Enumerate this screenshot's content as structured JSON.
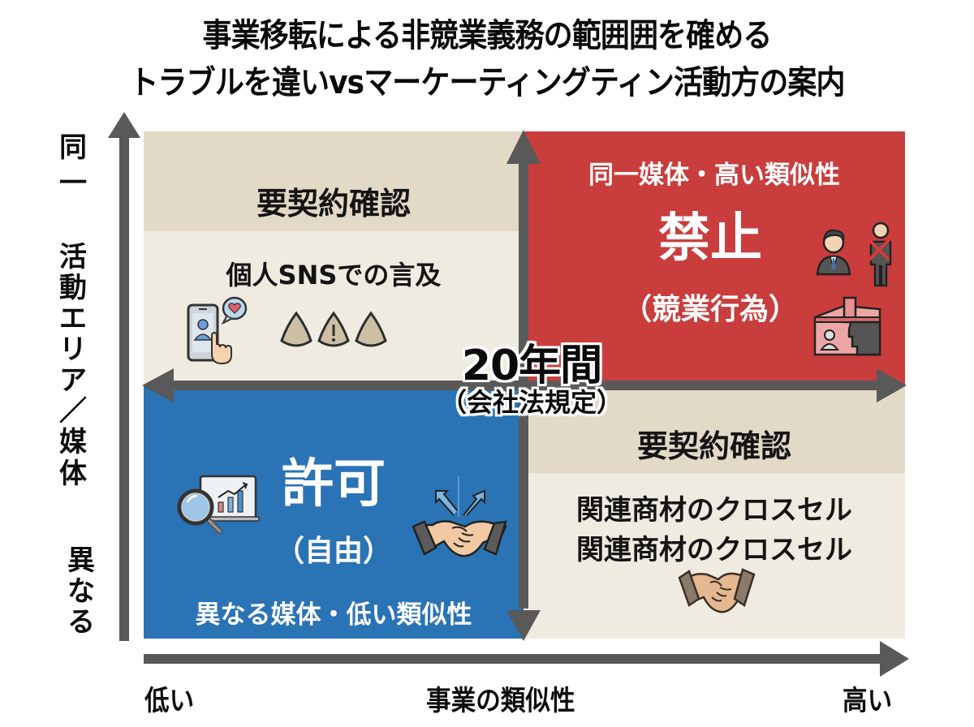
{
  "title": {
    "line1": "事業移転による非競業義務の範囲囲を確める",
    "line2": "トラブルを違いvsマーケーティングティン活動方の案内"
  },
  "axes": {
    "y": {
      "top_label": "同一",
      "middle_label": [
        "活",
        "動",
        "エ",
        "リ",
        "ア",
        "／",
        "媒",
        "体"
      ],
      "bottom_label": [
        "異",
        "な",
        "る"
      ]
    },
    "x": {
      "left_label": "低い",
      "center_label": "事業の類似性",
      "right_label": "高い"
    }
  },
  "center_badge": {
    "duration": "20年間",
    "note": "（会社法規定）"
  },
  "quadrants": {
    "top_left": {
      "status": "要契約確認",
      "example": "個人SNSでの言及",
      "icons": [
        "smartphone-social-icon",
        "warning-cone-icon",
        "warning-cone-icon",
        "warning-cone-icon"
      ],
      "band_color": "#e2d9c6",
      "body_color": "#efebe0"
    },
    "top_right": {
      "condition": "同一媒体・高い類似性",
      "status": "禁止",
      "status_note": "（競業行為）",
      "icons": [
        "businessman-blocked-icon",
        "broken-store-icon"
      ],
      "color": "#c93d3d"
    },
    "bottom_left": {
      "status": "許可",
      "status_note": "（自由）",
      "condition": "異なる媒体・低い類似性",
      "icons": [
        "market-analysis-icon",
        "handshake-growth-icon"
      ],
      "color": "#2a73b5"
    },
    "bottom_right": {
      "status": "要契約確認",
      "example_lines": [
        "関連商材のクロスセル",
        "関連商材のクロスセル"
      ],
      "icons": [
        "handshake-icon"
      ],
      "band_color": "#e2d9c6",
      "body_color": "#efebe0"
    }
  },
  "colors": {
    "axis_arrow": "#595959",
    "prohibited_red": "#c93d3d",
    "allowed_blue": "#2a73b5",
    "check_beige": "#e2d9c6"
  }
}
